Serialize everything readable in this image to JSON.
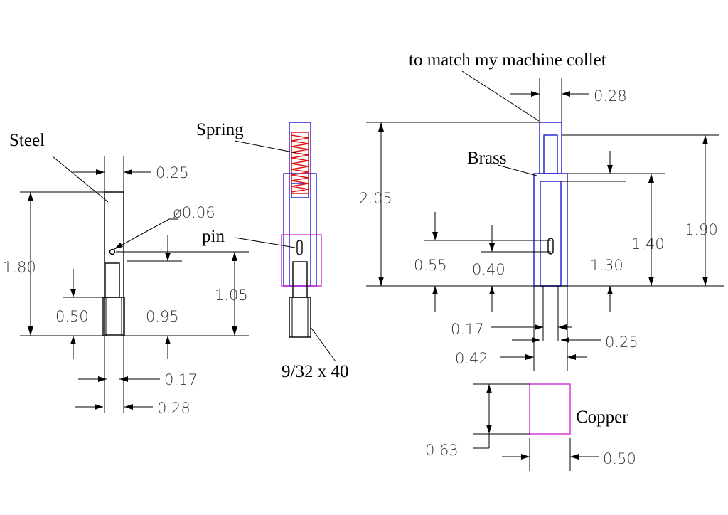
{
  "labels": {
    "steel": "Steel",
    "spring": "Spring",
    "pin": "pin",
    "thread": "9/32 x 40",
    "collet_note": "to match my machine collet",
    "brass": "Brass",
    "copper": "Copper"
  },
  "dims": {
    "steel_top_width": "0.25",
    "pin_hole_dia": "ø0.06",
    "steel_height": "1.80",
    "pin_hole_height": "1.05",
    "steel_thread_len": "0.50",
    "steel_pin_len": "0.95",
    "steel_bore": "0.17",
    "steel_od": "0.28",
    "brass_top_width": "0.28",
    "brass_overall": "2.05",
    "brass_body": "1.90",
    "brass_bore_depth": "1.40",
    "brass_slot_top": "0.55",
    "brass_slot_bottom": "0.40",
    "brass_lower": "1.30",
    "brass_slot_width": "0.17",
    "brass_inner": "0.25",
    "brass_od": "0.42",
    "copper_height": "0.63",
    "copper_width": "0.50"
  },
  "colors": {
    "outline": "#000000",
    "brass": "#2a2ad0",
    "spring": "#e01818",
    "copper": "#d22ad2"
  }
}
